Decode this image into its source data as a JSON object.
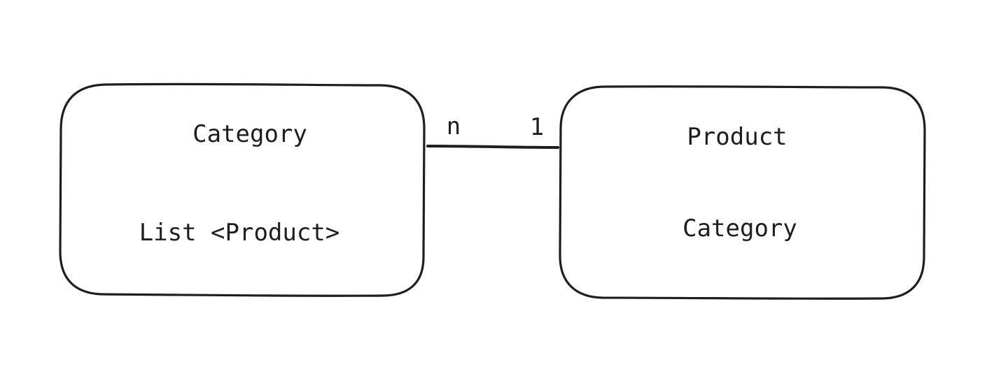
{
  "entities": {
    "category": {
      "title": "Category",
      "field": "List <Product>"
    },
    "product": {
      "title": "Product",
      "field": "Category"
    }
  },
  "relationship": {
    "category_cardinality": "n",
    "product_cardinality": "1"
  },
  "colors": {
    "stroke": "#1e1e1e",
    "background": "#ffffff"
  }
}
